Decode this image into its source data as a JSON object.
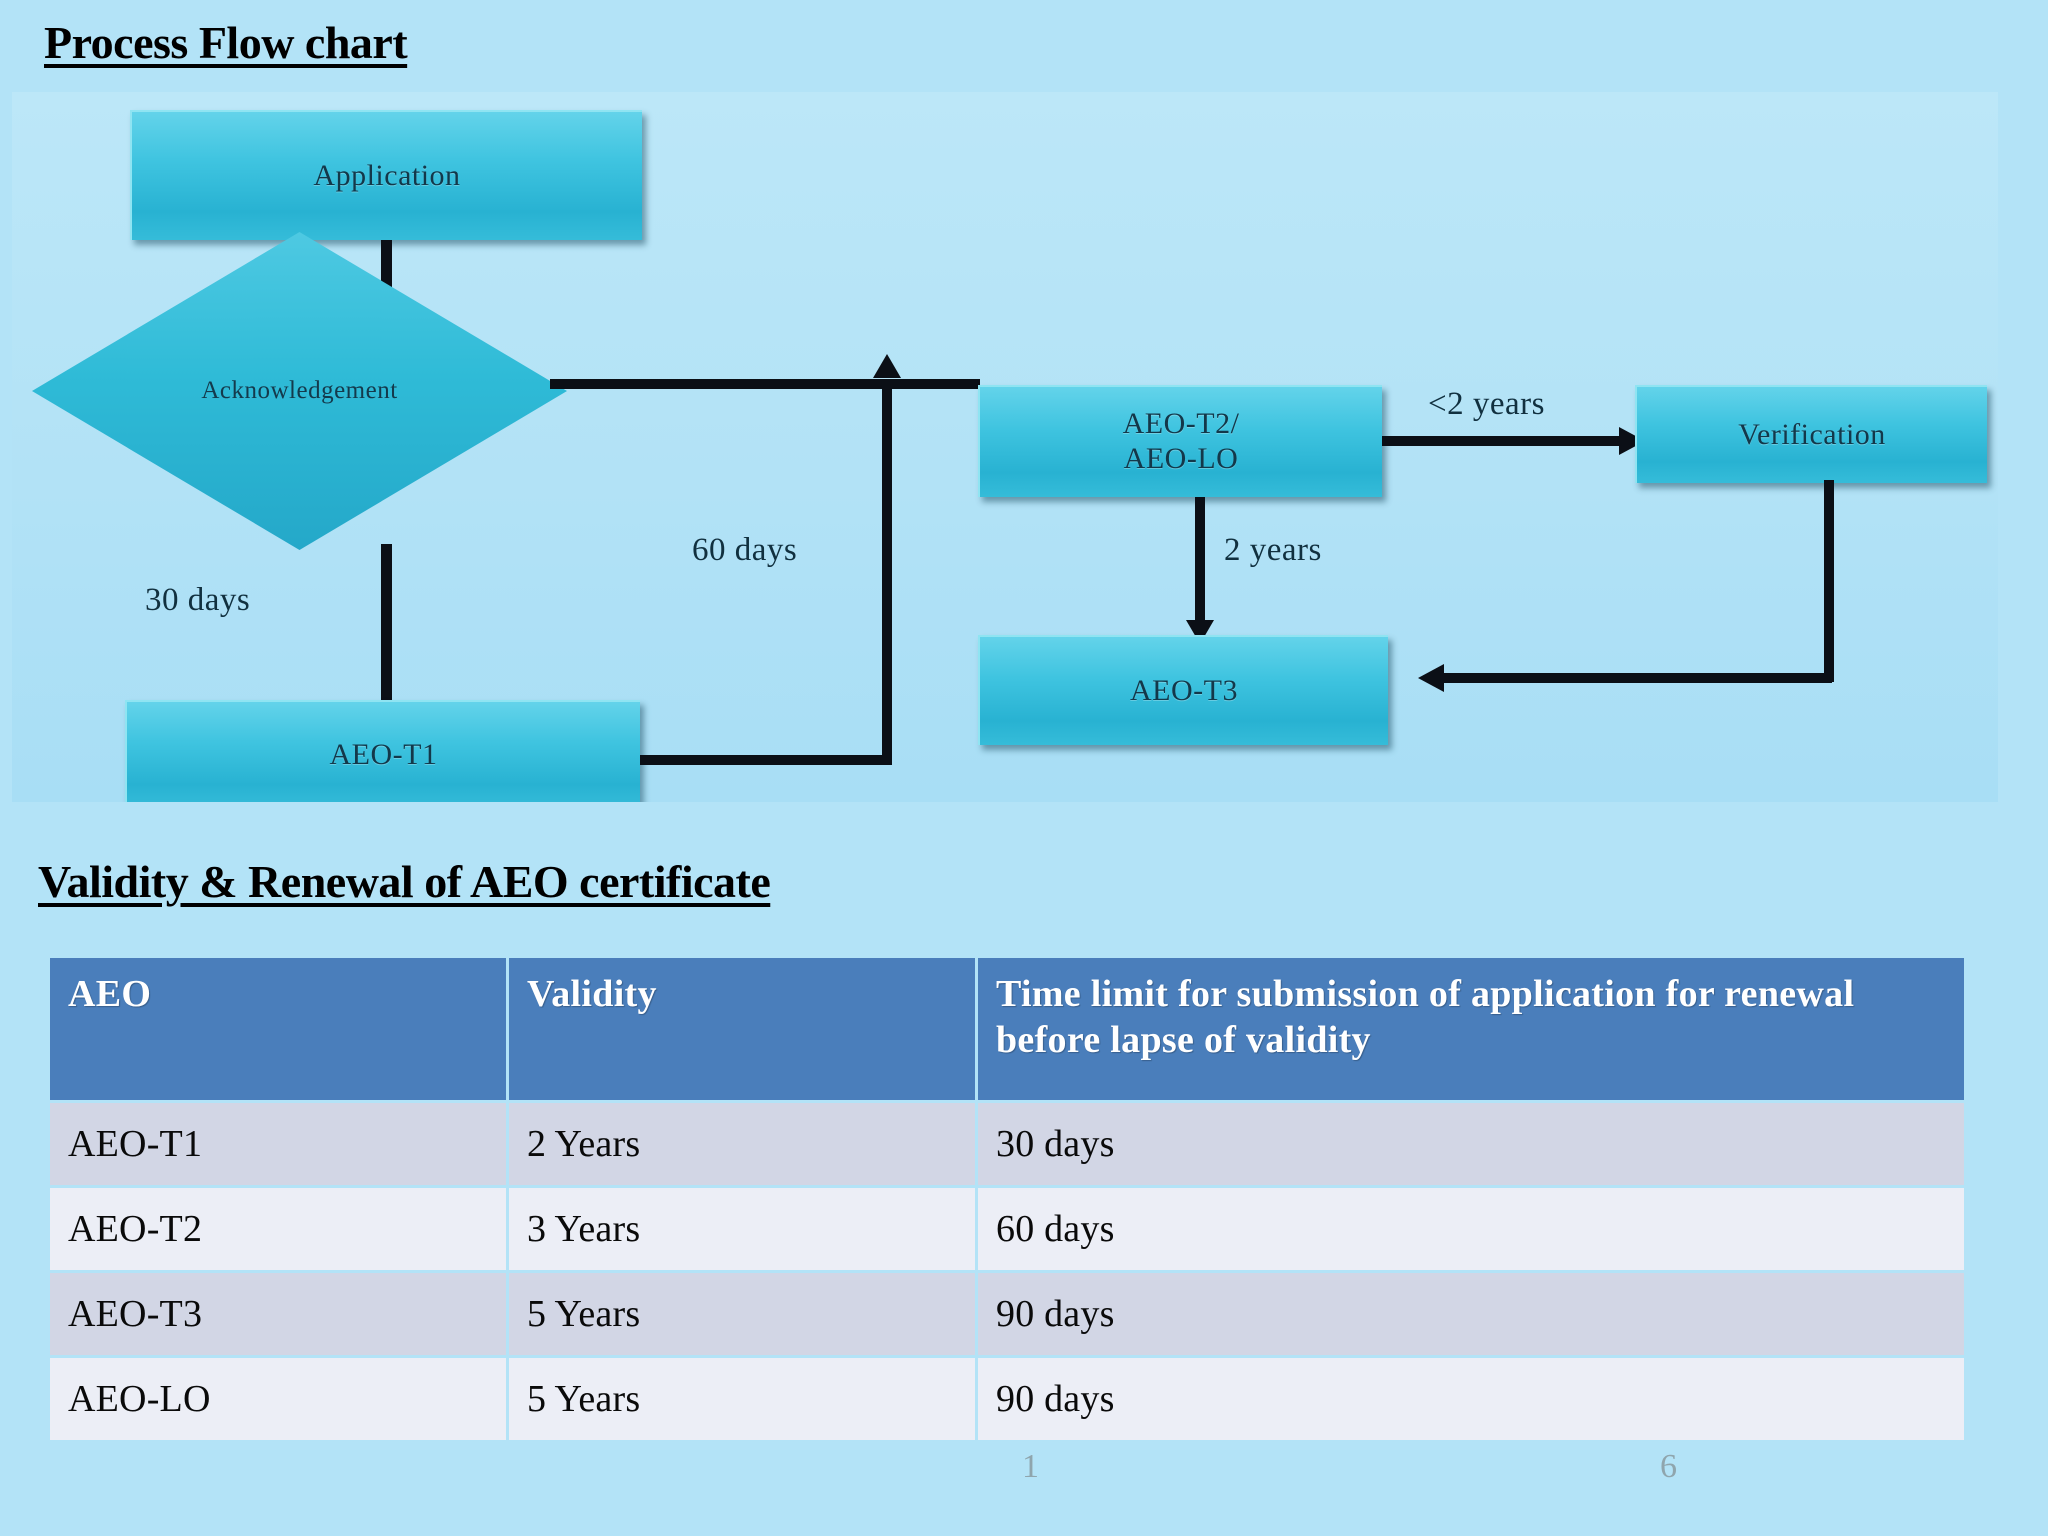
{
  "slide": {
    "background_color": "#b3e3f7",
    "heading_process": "Process Flow chart",
    "heading_validity": "Validity & Renewal of AEO certificate"
  },
  "flowchart": {
    "accent_color": "#2fbbd7",
    "line_color": "#0b0f16",
    "nodes": [
      {
        "id": "application",
        "label": "Application",
        "shape": "rectangle"
      },
      {
        "id": "acknowledgement",
        "label": "Acknowledgement",
        "shape": "diamond"
      },
      {
        "id": "aeo_t1",
        "label": "AEO-T1",
        "shape": "rectangle"
      },
      {
        "id": "aeo_t2_lo",
        "line1": "AEO-T2/",
        "line2": "AEO-LO",
        "shape": "rectangle"
      },
      {
        "id": "verification",
        "label": "Verification",
        "shape": "rectangle"
      },
      {
        "id": "aeo_t3",
        "label": "AEO-T3",
        "shape": "rectangle"
      }
    ],
    "edge_labels": {
      "ack_to_t1": "30 days",
      "t1_to_t2": "60 days",
      "t2_to_verification": "<2 years",
      "t2_to_t3": "2 years"
    }
  },
  "table": {
    "headers": [
      "AEO",
      "Validity",
      "Time limit for submission of application for renewal before lapse of validity"
    ],
    "rows": [
      {
        "aeo": "AEO-T1",
        "validity": "2 Years",
        "time_limit": "30 days"
      },
      {
        "aeo": "AEO-T2",
        "validity": "3 Years",
        "time_limit": "60  days"
      },
      {
        "aeo": "AEO-T3",
        "validity": "5 Years",
        "time_limit": "90  days"
      },
      {
        "aeo": "AEO-LO",
        "validity": "5 Years",
        "time_limit": "90  days"
      }
    ],
    "header_background": "#4a7ebb",
    "row_odd_background": "#d2d6e5",
    "row_even_background": "#eceef6"
  },
  "footer": {
    "center_number": "1",
    "page_number": "6"
  }
}
